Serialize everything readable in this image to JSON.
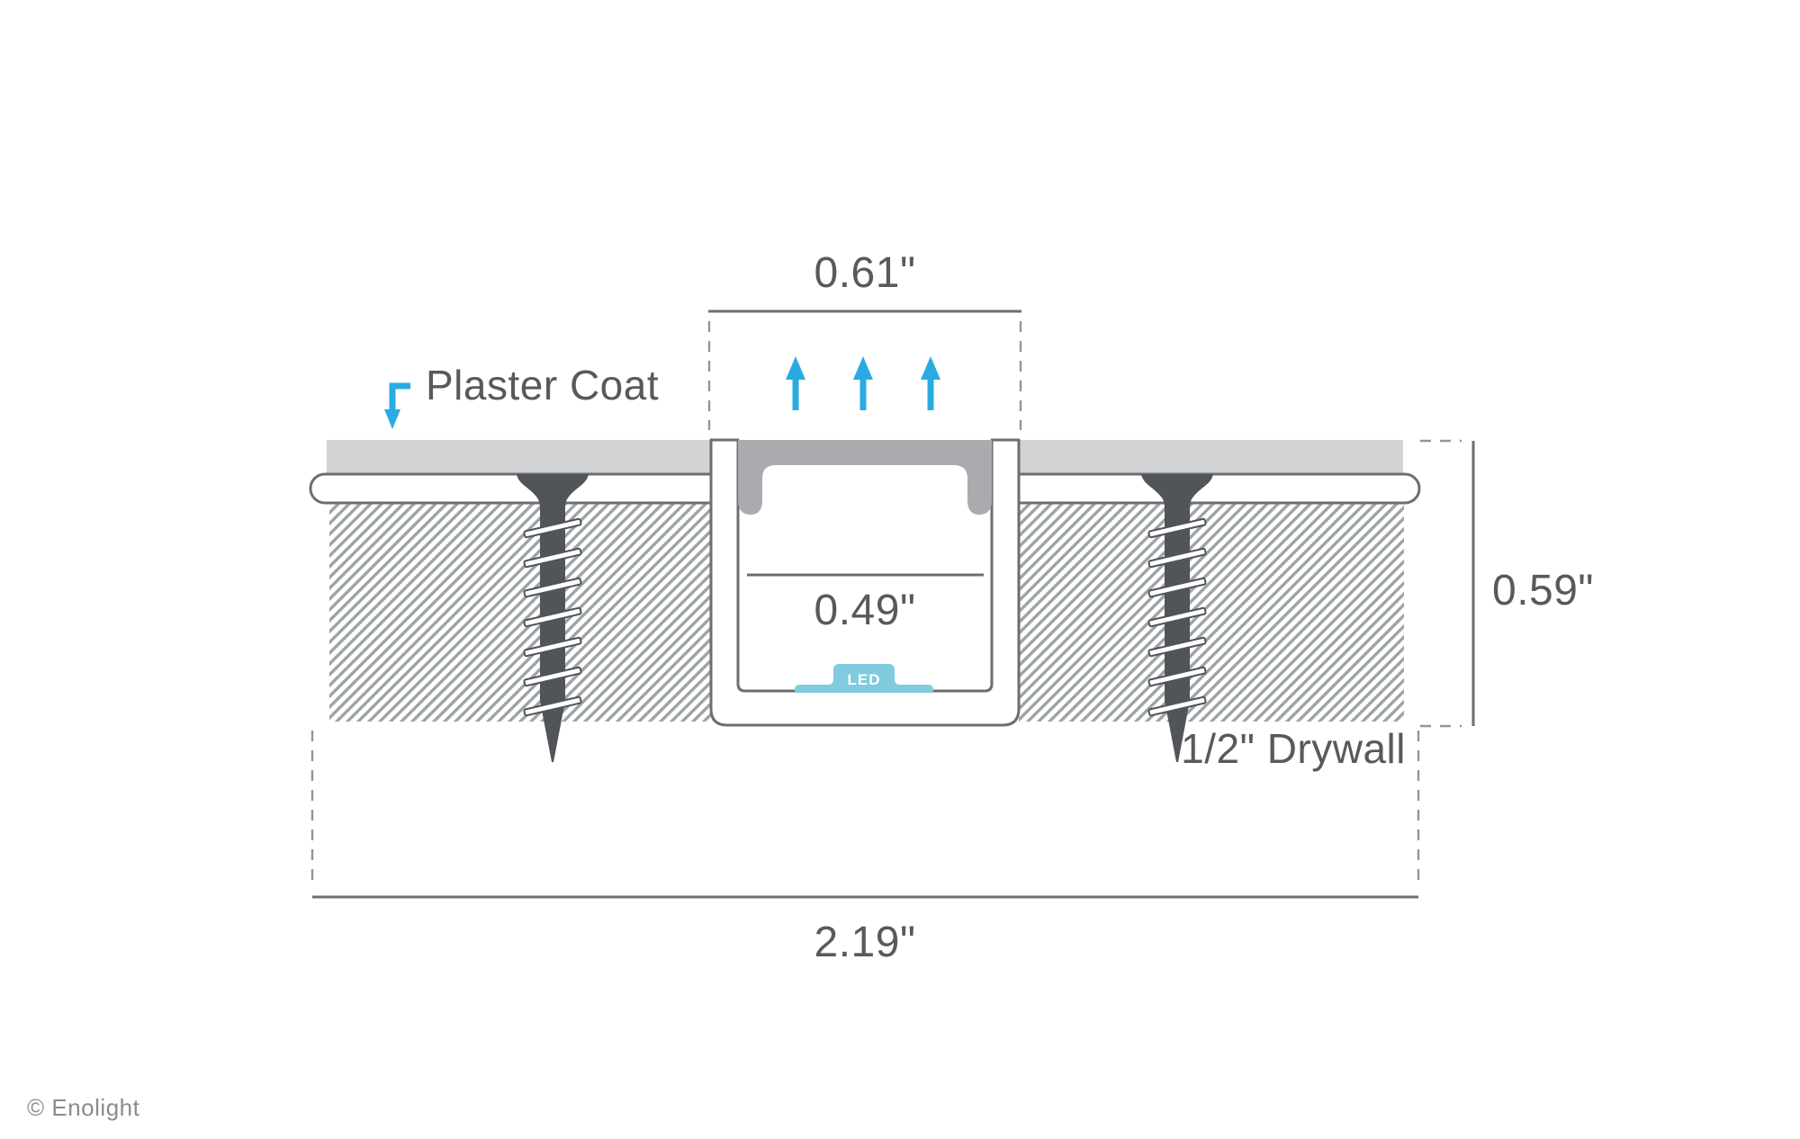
{
  "figure": {
    "copyright": "© Enolight",
    "labels": {
      "plaster_coat": "Plaster Coat",
      "drywall": "1/2\" Drywall",
      "led_strip": "LED"
    },
    "dimensions": {
      "opening_width": "0.61\"",
      "inner_width": "0.49\"",
      "recess_height": "0.59\"",
      "overall_width": "2.19\""
    },
    "icons": {
      "light_direction_arrows": "up-arrow-icon (x3, light emission)",
      "plaster_pointer": "elbow-down-arrow-icon"
    },
    "colors": {
      "arrow_blue": "#29ABE2",
      "led_blue": "#7FCBDF",
      "plaster_gray": "#D1D3D4",
      "profile_gray": "#A9ABAE",
      "screw_gray": "#515459",
      "outline_gray": "#6D6E71",
      "text_gray": "#58595B",
      "hatch_gray": "#9EA3A5",
      "copyright_gray": "#8A8C8E"
    }
  }
}
